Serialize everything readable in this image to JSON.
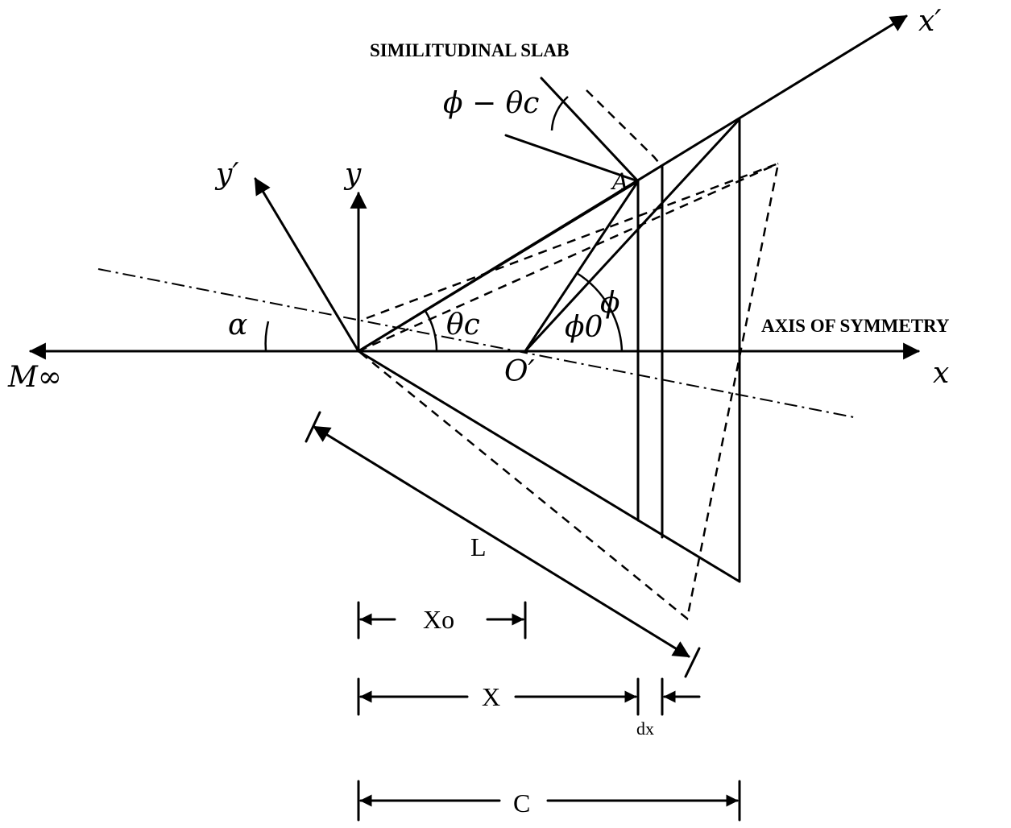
{
  "labels": {
    "slab_title": "SIMILITUDINAL SLAB",
    "axis_title": "AXIS OF SYMMETRY",
    "phi_minus_theta": "ϕ − θc",
    "y_prime": "y′",
    "y": "y",
    "x_prime": "x′",
    "x": "x",
    "point_a": "A",
    "alpha": "α",
    "theta_c": "θc",
    "phi": "ϕ",
    "phi_0": "ϕ0",
    "o_prime": "O′",
    "m_inf": "M∞",
    "length_l": "L",
    "x0": "Xo",
    "x_dim": "X",
    "dx": "dx",
    "c_dim": "C"
  }
}
